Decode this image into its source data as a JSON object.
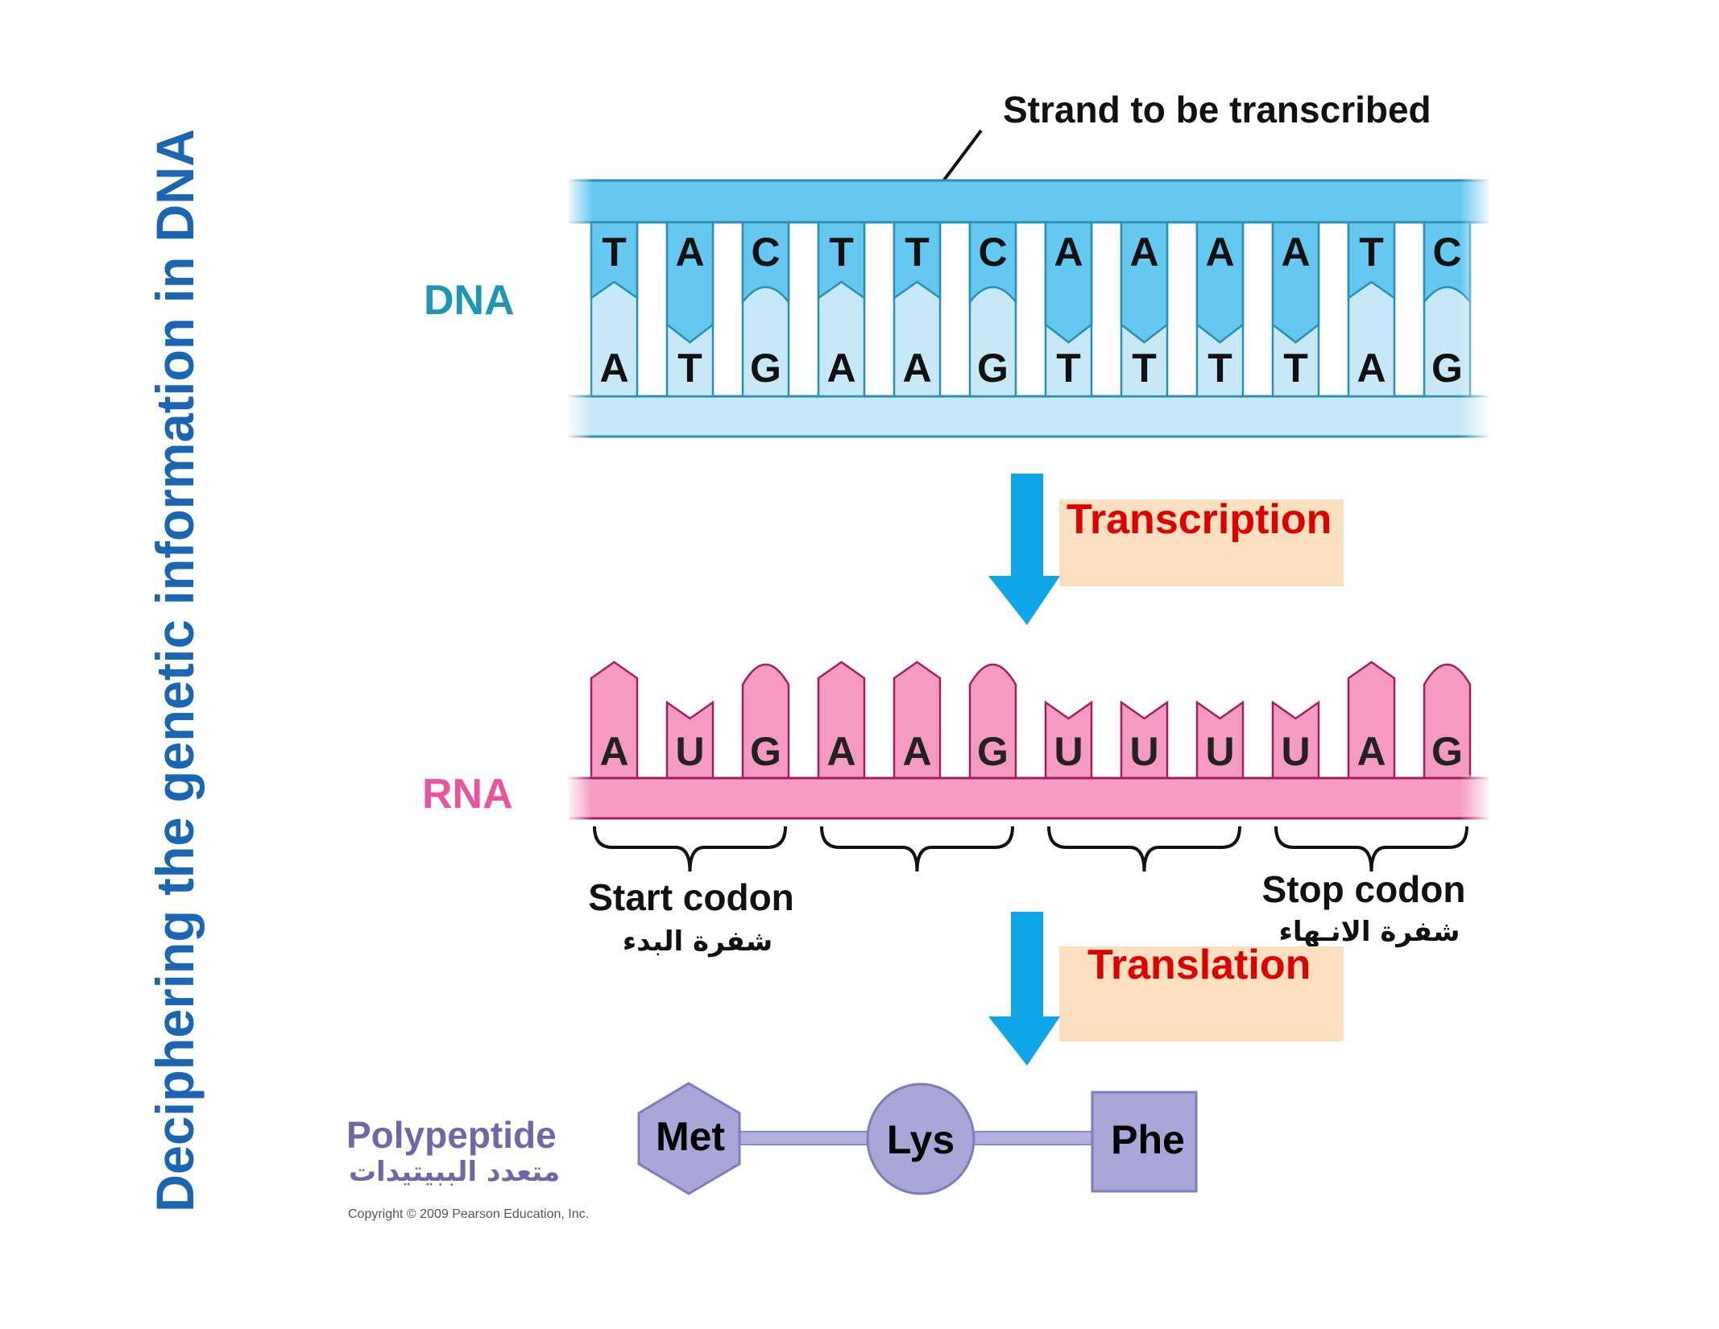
{
  "title": "Deciphering the genetic information in DNA",
  "colors": {
    "title": "#1a66b3",
    "dna_label": "#1e96b4",
    "dna_dark": "#64c8f0",
    "dna_light": "#c6e8f7",
    "dna_stroke": "#2a8fb0",
    "rna_label": "#e8559c",
    "rna_fill": "#f49ac3",
    "rna_stroke": "#a0205e",
    "process_label": "#dd0000",
    "process_box": "#fde0bf",
    "arrow": "#0ea6e8",
    "peptide_fill": "#a9a6d8",
    "peptide_stroke": "#7f7bbd",
    "peptide_label": "#7167a6"
  },
  "dna": {
    "label": "DNA",
    "strand_callout": "Strand to be transcribed",
    "template_strand": [
      "T",
      "A",
      "C",
      "T",
      "T",
      "C",
      "A",
      "A",
      "A",
      "A",
      "T",
      "C"
    ],
    "coding_strand": [
      "A",
      "T",
      "G",
      "A",
      "A",
      "G",
      "T",
      "T",
      "T",
      "T",
      "A",
      "G"
    ]
  },
  "transcription": {
    "label": "Transcription"
  },
  "rna": {
    "label": "RNA",
    "bases": [
      "A",
      "U",
      "G",
      "A",
      "A",
      "G",
      "U",
      "U",
      "U",
      "U",
      "A",
      "G"
    ],
    "codons": [
      {
        "bases": "AUG",
        "label": "Start codon",
        "label_ar": "شفرة البدء"
      },
      {
        "bases": "AAG",
        "label": "",
        "label_ar": ""
      },
      {
        "bases": "UUU",
        "label": "",
        "label_ar": ""
      },
      {
        "bases": "UAG",
        "label": "Stop codon",
        "label_ar": "شفرة الانـهاء"
      }
    ]
  },
  "translation": {
    "label": "Translation"
  },
  "polypeptide": {
    "label": "Polypeptide",
    "label_ar": "متعدد الببيتيدات",
    "amino_acids": [
      {
        "name": "Met",
        "shape": "hexagon"
      },
      {
        "name": "Lys",
        "shape": "circle"
      },
      {
        "name": "Phe",
        "shape": "square"
      }
    ]
  },
  "copyright": "Copyright © 2009 Pearson Education, Inc."
}
